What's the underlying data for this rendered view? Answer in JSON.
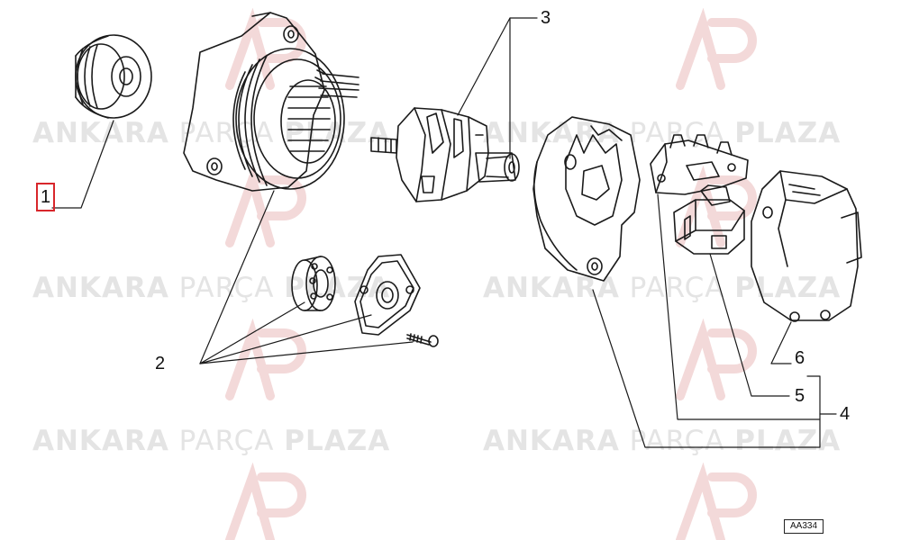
{
  "diagram": {
    "callouts": {
      "c1": "1",
      "c2": "2",
      "c3": "3",
      "c4": "4",
      "c5": "5",
      "c6": "6"
    },
    "reference_code": "AA334",
    "colors": {
      "line": "#1a1a1a",
      "highlight_box": "#d8262b",
      "watermark_text": "#e4e4e4",
      "watermark_logo": "#f3d9d9"
    }
  },
  "watermark": {
    "word1": "ANKARA",
    "word2": "PARÇA",
    "word3": "PLAZA"
  }
}
